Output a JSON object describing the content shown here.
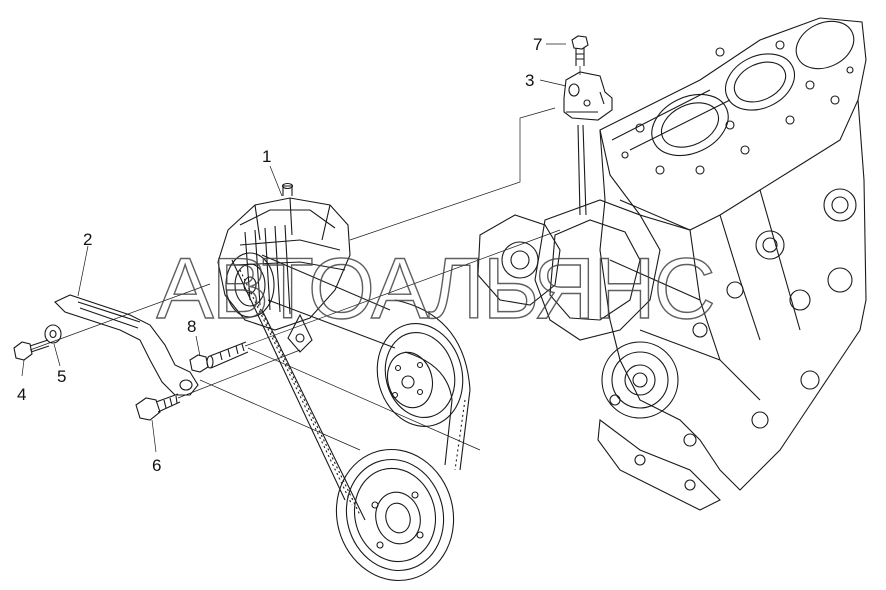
{
  "callouts": {
    "c1": "1",
    "c2": "2",
    "c3": "3",
    "c4": "4",
    "c5": "5",
    "c6": "6",
    "c7": "7",
    "c8": "8"
  },
  "watermark": {
    "text": "АВТОАЛЬЯНС"
  },
  "colors": {
    "line": "#1a1a1a",
    "watermark_stroke": "#444444"
  }
}
